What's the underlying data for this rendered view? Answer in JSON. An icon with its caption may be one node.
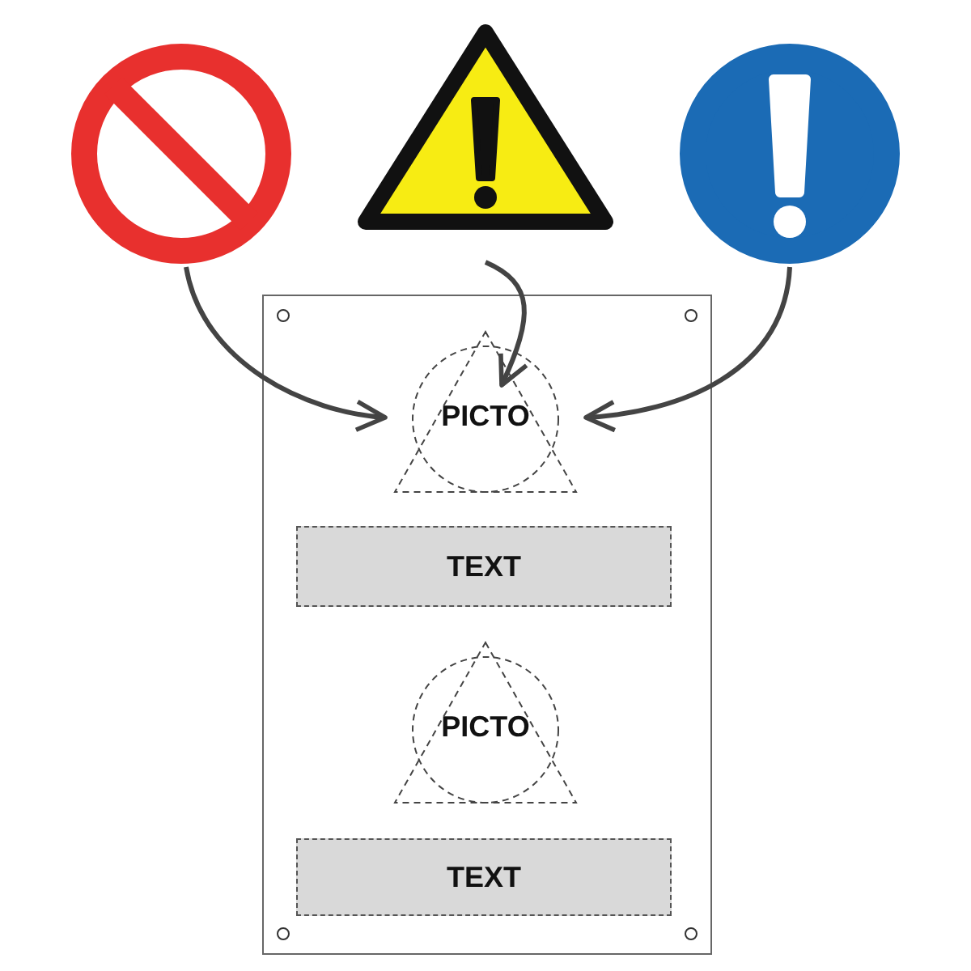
{
  "diagram": {
    "nodes": [
      {
        "text": [],
        "shape": "circle"
      },
      {
        "text": [],
        "shape": "triangle"
      },
      {
        "text": [],
        "shape": "circle"
      },
      {
        "text": [],
        "shape": "box"
      },
      {
        "text": [
          "PICTO"
        ],
        "in": 3
      },
      {
        "text": [
          "TEXT"
        ],
        "in": 3
      },
      {
        "text": [
          "PICTO"
        ],
        "in": 3
      },
      {
        "text": [
          "TEXT"
        ],
        "in": 3
      }
    ],
    "edges": [
      {
        "from": 0,
        "to": 4,
        "arrow": "to"
      },
      {
        "from": 1,
        "to": 4,
        "arrow": "to"
      },
      {
        "from": 2,
        "to": 4,
        "arrow": "to"
      }
    ]
  }
}
